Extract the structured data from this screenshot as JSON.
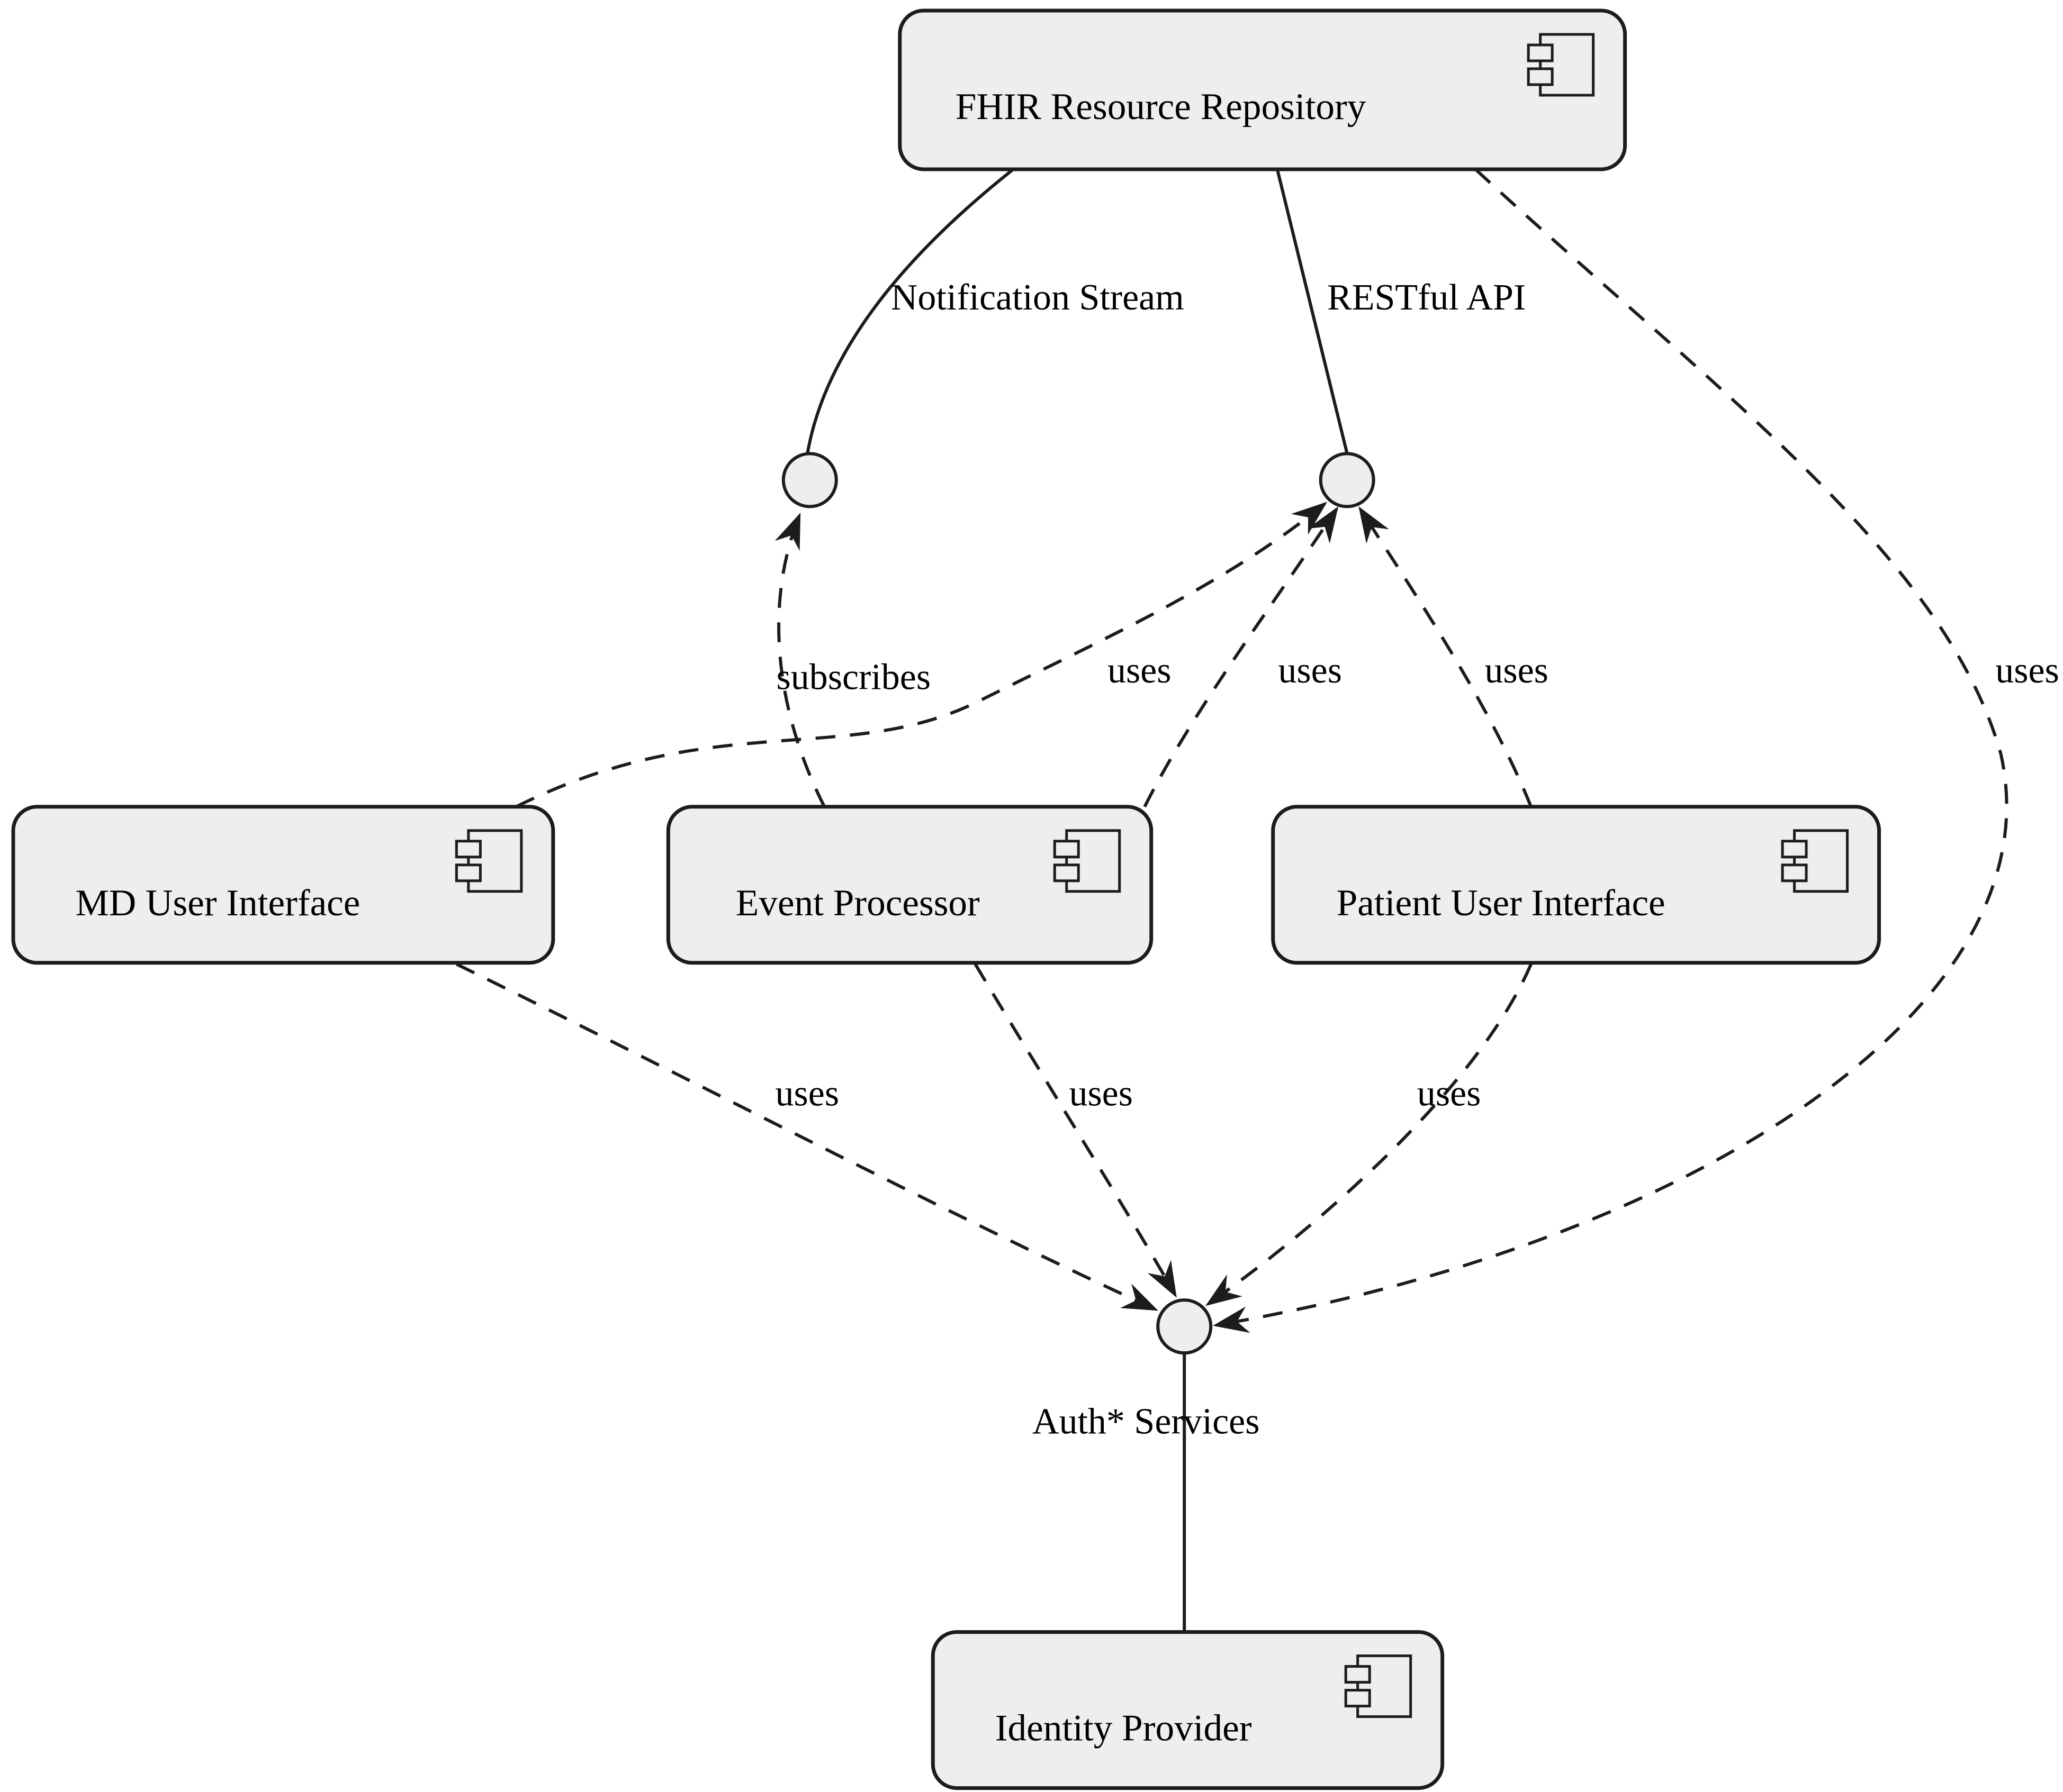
{
  "theme": {
    "background": "#ffffff",
    "component_fill": "#eeeeee",
    "stroke": "#1c1c1c",
    "text_color": "#000000"
  },
  "diagram": {
    "type": "uml-component-diagram",
    "components": [
      {
        "id": "fhir-repository",
        "label": "FHIR Resource Repository"
      },
      {
        "id": "md-ui",
        "label": "MD User Interface"
      },
      {
        "id": "event-processor",
        "label": "Event Processor"
      },
      {
        "id": "patient-ui",
        "label": "Patient User Interface"
      },
      {
        "id": "identity-provider",
        "label": "Identity Provider"
      }
    ],
    "interfaces": [
      {
        "id": "notification-stream",
        "label": "Notification Stream"
      },
      {
        "id": "restful-api",
        "label": "RESTful API"
      },
      {
        "id": "auth-services",
        "label": "Auth* Services"
      }
    ],
    "edges": [
      {
        "from": "fhir-repository",
        "to": "notification-stream",
        "style": "solid",
        "label": ""
      },
      {
        "from": "fhir-repository",
        "to": "restful-api",
        "style": "solid",
        "label": ""
      },
      {
        "from": "auth-services",
        "to": "identity-provider",
        "style": "solid",
        "label": ""
      },
      {
        "from": "event-processor",
        "to": "notification-stream",
        "style": "dashed-arrow",
        "label": "subscribes"
      },
      {
        "from": "md-ui",
        "to": "restful-api",
        "style": "dashed-arrow",
        "label": "uses"
      },
      {
        "from": "event-processor",
        "to": "restful-api",
        "style": "dashed-arrow",
        "label": "uses"
      },
      {
        "from": "patient-ui",
        "to": "restful-api",
        "style": "dashed-arrow",
        "label": "uses"
      },
      {
        "from": "fhir-repository",
        "to": "auth-services",
        "style": "dashed-arrow",
        "label": "uses"
      },
      {
        "from": "md-ui",
        "to": "auth-services",
        "style": "dashed-arrow",
        "label": "uses"
      },
      {
        "from": "event-processor",
        "to": "auth-services",
        "style": "dashed-arrow",
        "label": "uses"
      },
      {
        "from": "patient-ui",
        "to": "auth-services",
        "style": "dashed-arrow",
        "label": "uses"
      }
    ]
  }
}
